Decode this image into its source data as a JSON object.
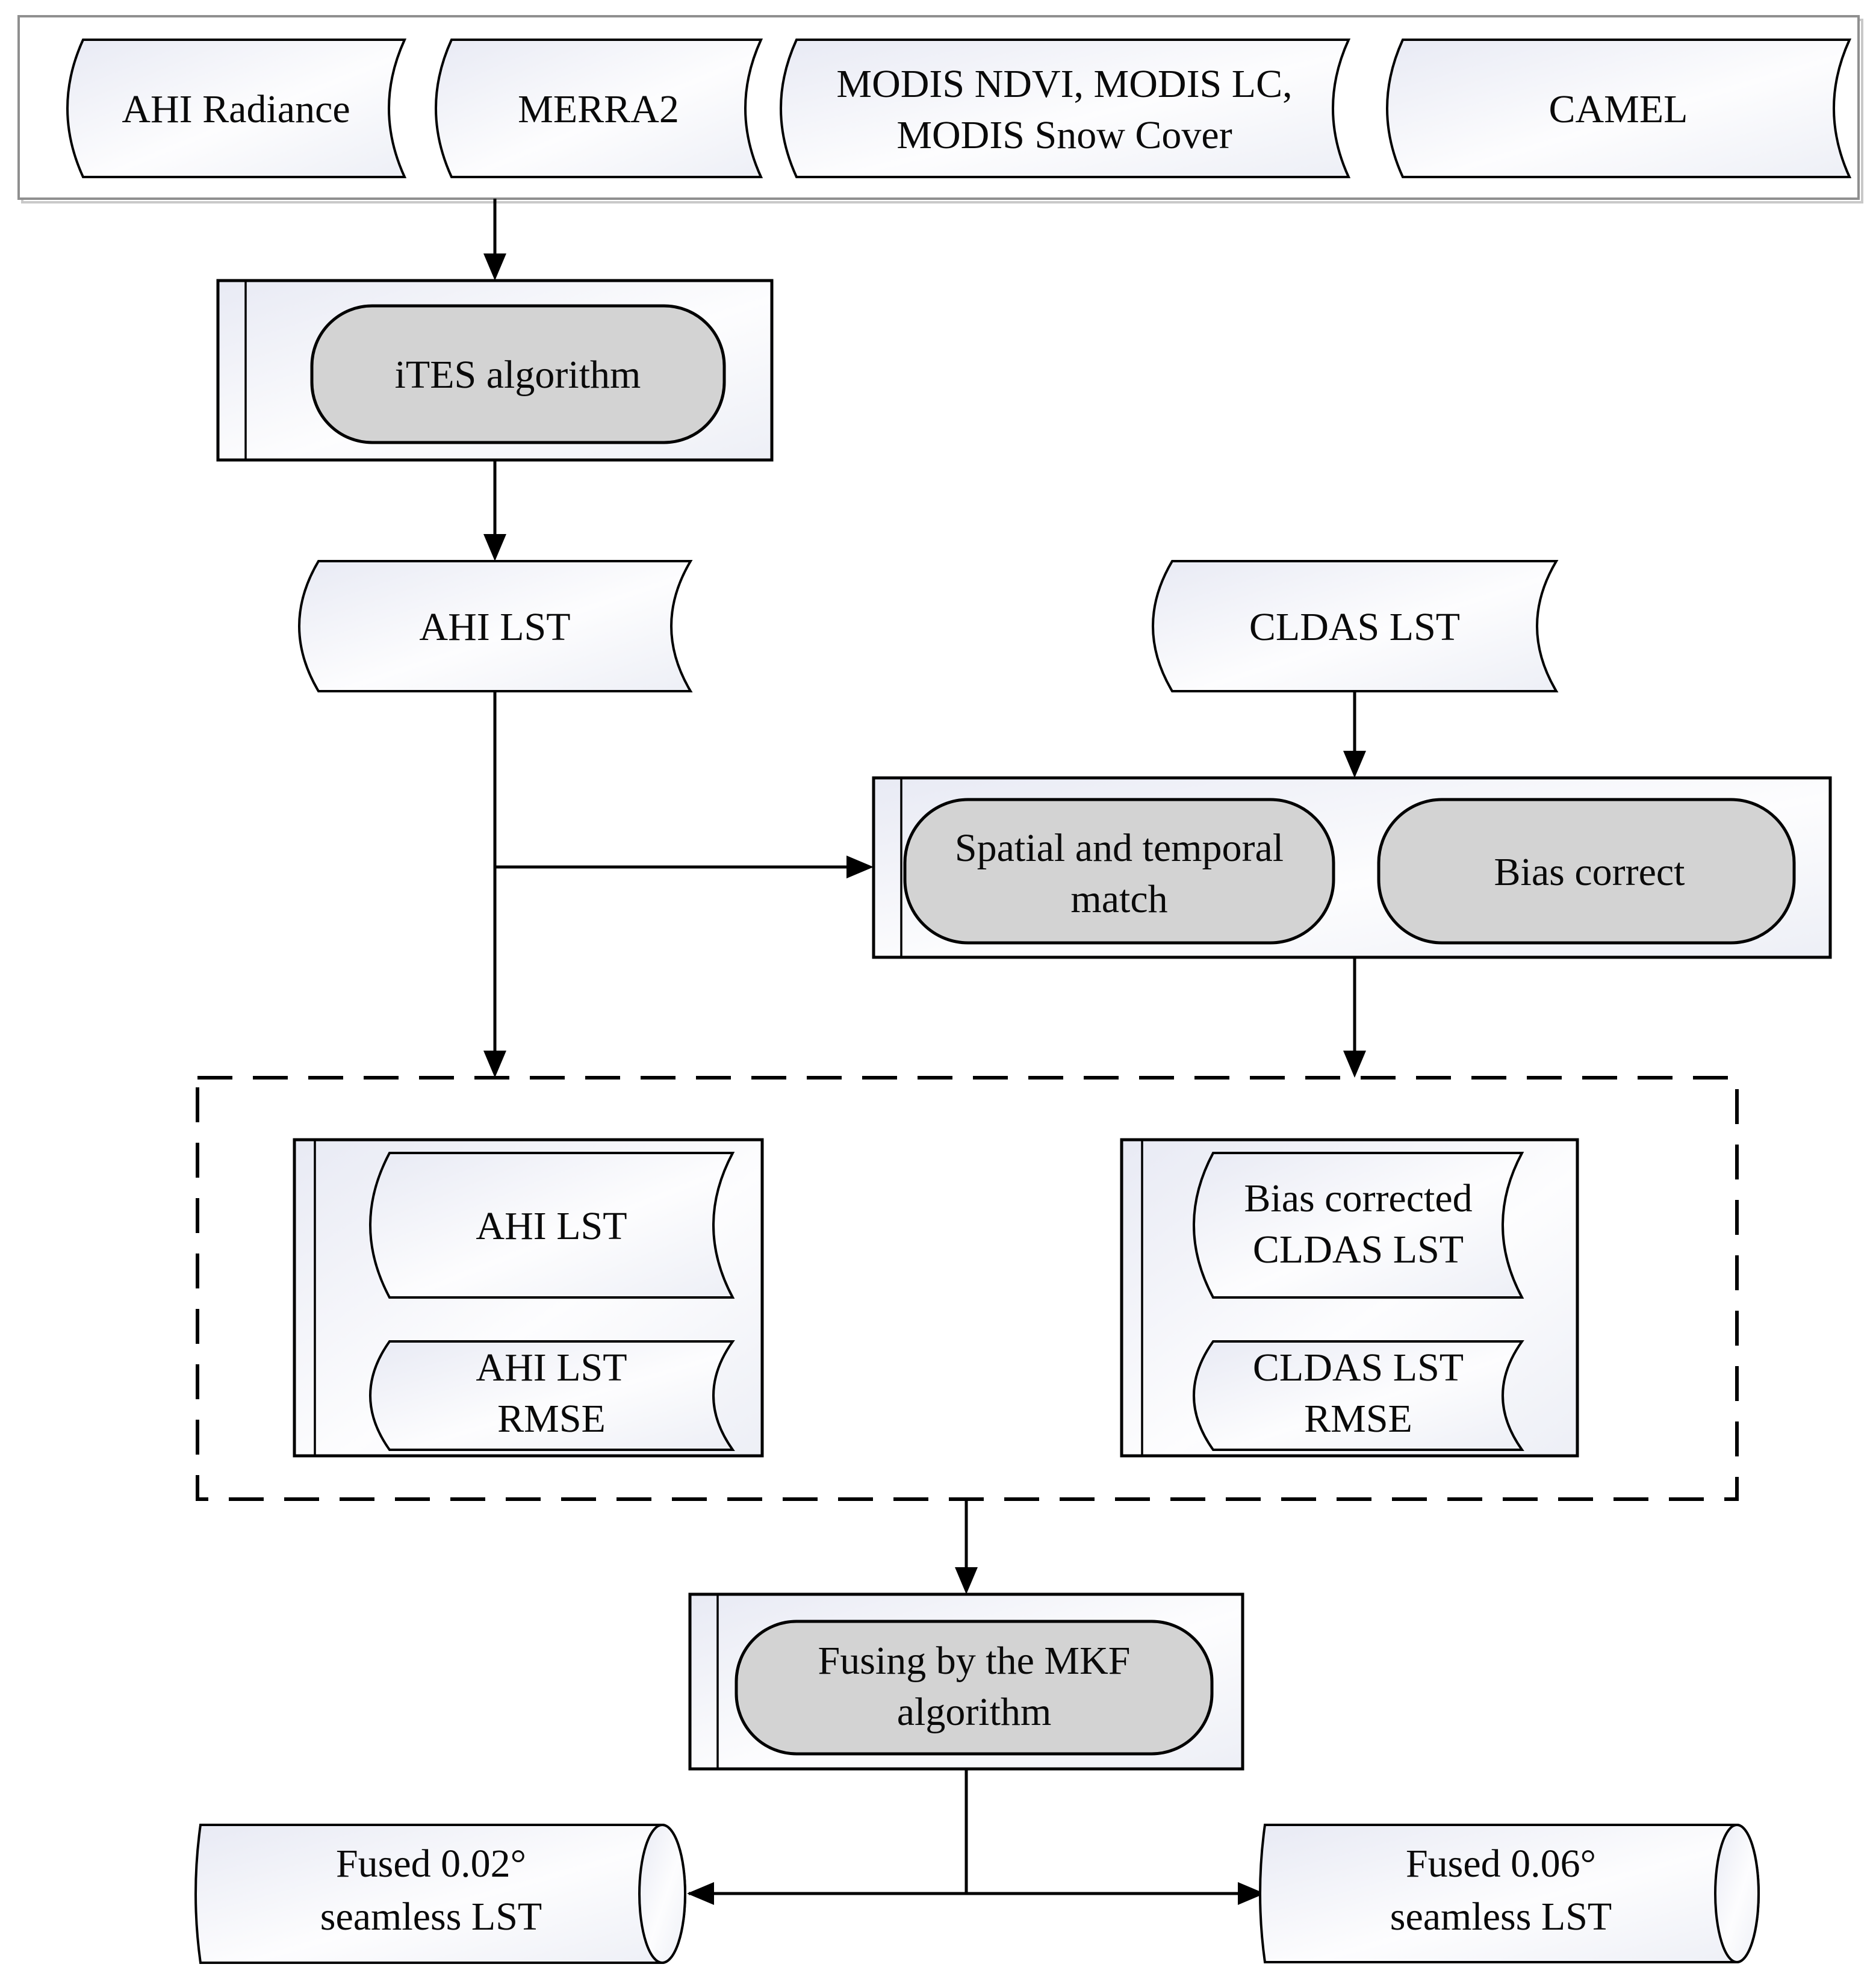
{
  "colors": {
    "stadium_fill": "#d3d3d3",
    "shape_tint": "#e8eaf4",
    "shape_highlight": "#fdfdfe",
    "shape_tint_2": "#edeff6",
    "line_color": "#000000",
    "container_border": "#8f8f8f",
    "shadow_color": "#c9c9c9",
    "text_color": "#0a0a0a",
    "page_bg": "#ffffff"
  },
  "inputs": {
    "ahi_radiance": "AHI Radiance",
    "merra2": "MERRA2",
    "modis_line1": "MODIS NDVI, MODIS LC,",
    "modis_line2": "MODIS Snow Cover",
    "camel": "CAMEL"
  },
  "process": {
    "ites": "iTES algorithm",
    "match_line1": "Spatial and temporal",
    "match_line2": "match",
    "bias_correct": "Bias correct",
    "fusing_line1": "Fusing by the MKF",
    "fusing_line2": "algorithm"
  },
  "datasets": {
    "ahi_lst": "AHI LST",
    "cldas_lst": "CLDAS LST",
    "ahi_lst_box": "AHI LST",
    "ahi_lst_rmse_line1": "AHI LST",
    "ahi_lst_rmse_line2": "RMSE",
    "bias_corrected_line1": "Bias corrected",
    "bias_corrected_line2": "CLDAS LST",
    "cldas_lst_rmse_line1": "CLDAS LST",
    "cldas_lst_rmse_line2": "RMSE"
  },
  "outputs": {
    "fused_002_line1": "Fused 0.02°",
    "fused_002_line2": "seamless LST",
    "fused_006_line1": "Fused 0.06°",
    "fused_006_line2": "seamless LST"
  }
}
